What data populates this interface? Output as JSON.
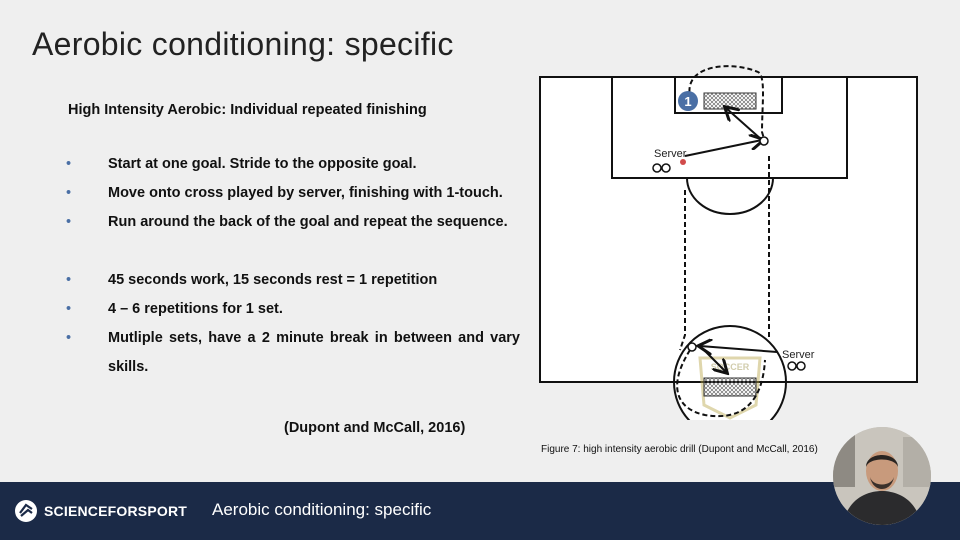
{
  "slide": {
    "title": "Aerobic conditioning: specific",
    "subtitle": "High Intensity Aerobic: Individual repeated finishing",
    "bullets": [
      "Start at one goal. Stride to the opposite goal.",
      "Move onto cross played by server, finishing with 1-touch.",
      "Run around the back of the goal and repeat the sequence.",
      "45 seconds work, 15 seconds rest = 1 repetition",
      "4 – 6 repetitions for 1 set.",
      "Mutliple sets, have a 2 minute break in between and vary skills."
    ],
    "bullet_marker": "•",
    "citation": "(Dupont and McCall, 2016)"
  },
  "diagram": {
    "player_number": "1",
    "server_label_top": "Server",
    "server_label_bottom": "Server",
    "watermark_text": "SOCCER",
    "caption": "Figure 7: high intensity aerobic drill (Dupont and McCall, 2016)"
  },
  "footer": {
    "brand": "SCIENCEFORSPORT",
    "title": "Aerobic conditioning: specific",
    "colors": {
      "background": "#1b2a47",
      "text": "#ffffff"
    }
  },
  "icons": {
    "logo": "scienceforsport-logo-icon",
    "ball": "soccer-ball-icon"
  }
}
